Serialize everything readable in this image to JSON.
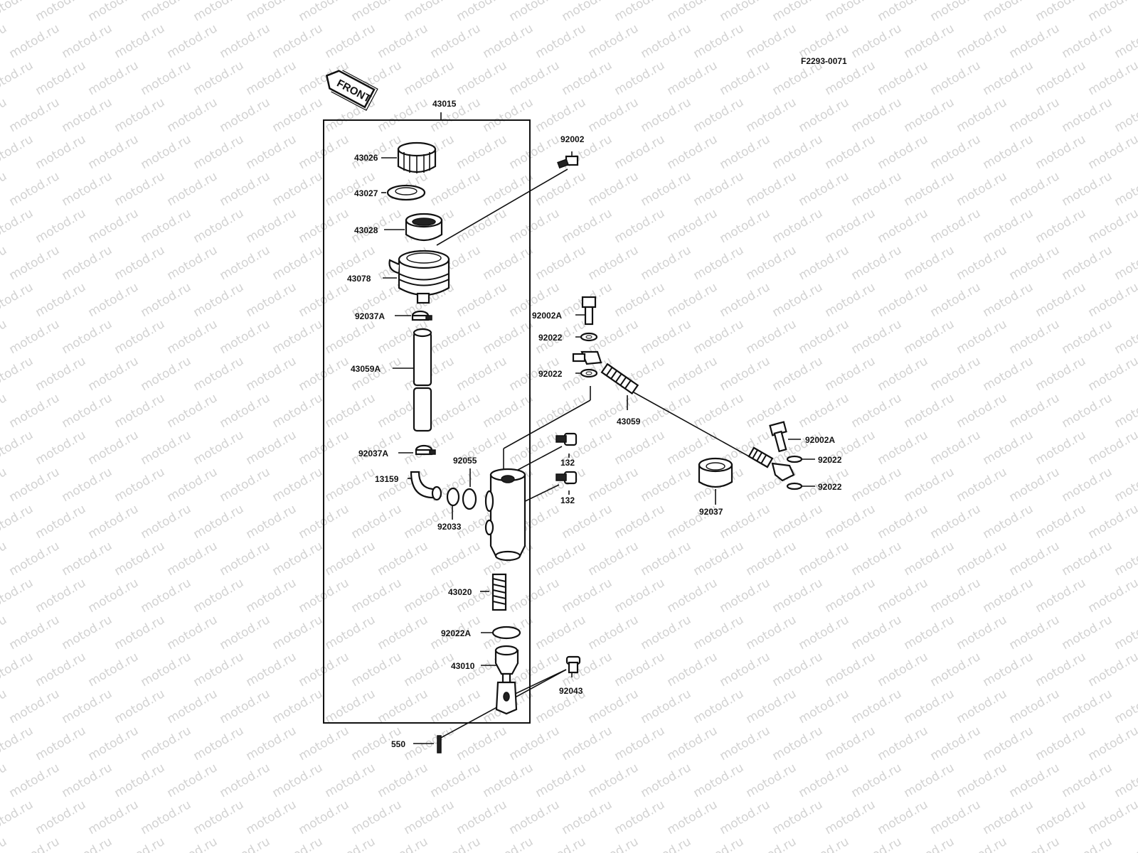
{
  "figure_code": "F2293-0071",
  "front_label": "FRONT",
  "watermark": "motod.ru",
  "assembly_label": "43015",
  "parts": [
    {
      "id": "p43026",
      "label": "43026"
    },
    {
      "id": "p43027",
      "label": "43027"
    },
    {
      "id": "p43028",
      "label": "43028"
    },
    {
      "id": "p43078",
      "label": "43078"
    },
    {
      "id": "p92037A_top",
      "label": "92037A"
    },
    {
      "id": "p43059A",
      "label": "43059A"
    },
    {
      "id": "p92037A_bot",
      "label": "92037A"
    },
    {
      "id": "p13159",
      "label": "13159"
    },
    {
      "id": "p92055",
      "label": "92055"
    },
    {
      "id": "p92033",
      "label": "92033"
    },
    {
      "id": "p43020",
      "label": "43020"
    },
    {
      "id": "p92022A",
      "label": "92022A"
    },
    {
      "id": "p43010",
      "label": "43010"
    },
    {
      "id": "p550",
      "label": "550"
    },
    {
      "id": "p92002",
      "label": "92002"
    },
    {
      "id": "p92002A_top",
      "label": "92002A"
    },
    {
      "id": "p92022_a",
      "label": "92022"
    },
    {
      "id": "p92022_b",
      "label": "92022"
    },
    {
      "id": "p43059",
      "label": "43059"
    },
    {
      "id": "p132_a",
      "label": "132"
    },
    {
      "id": "p132_b",
      "label": "132"
    },
    {
      "id": "p92043",
      "label": "92043"
    },
    {
      "id": "p92037",
      "label": "92037"
    },
    {
      "id": "p92002A_right",
      "label": "92002A"
    },
    {
      "id": "p92022_c",
      "label": "92022"
    },
    {
      "id": "p92022_d",
      "label": "92022"
    }
  ]
}
